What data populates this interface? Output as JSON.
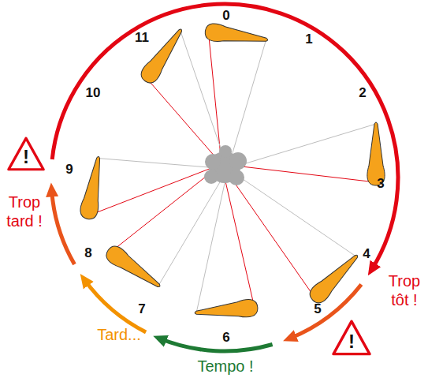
{
  "diagram": {
    "nodes": [
      {
        "text": [
          "!"
        ]
      },
      {
        "text": [
          "!"
        ]
      }
    ],
    "labels": [
      "0",
      "1",
      "2",
      "3",
      "4",
      "5",
      "6",
      "7",
      "8",
      "9",
      "10",
      "11",
      "Trop tard !",
      "Trop tôt !",
      "Tard...",
      "Tempo !"
    ]
  }
}
